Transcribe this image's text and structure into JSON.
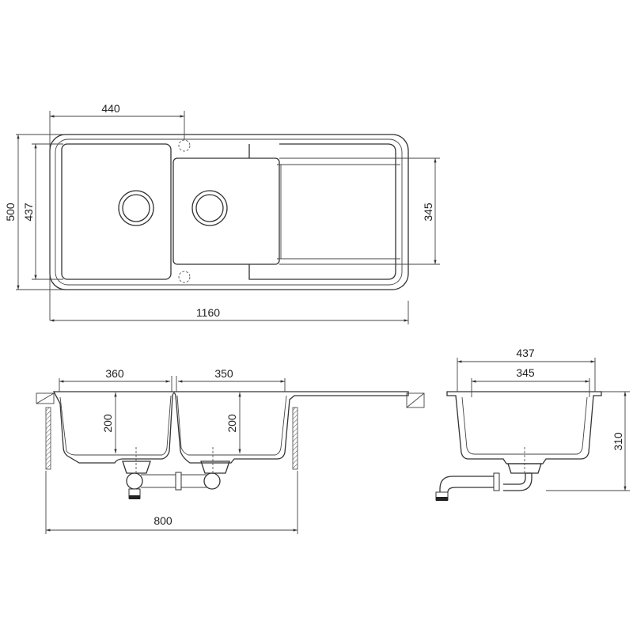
{
  "top_view": {
    "dim_faucet_offset": "440",
    "dim_total_depth": "500",
    "dim_bowl_depth": "437",
    "dim_small_bowl_depth": "345",
    "dim_total_width": "1160"
  },
  "front_view": {
    "dim_main_bowl_width": "360",
    "dim_second_bowl_width": "350",
    "dim_main_bowl_height": "200",
    "dim_second_bowl_height": "200",
    "dim_cabinet_width": "800"
  },
  "side_view": {
    "dim_outer_depth": "437",
    "dim_inner_depth": "345",
    "dim_total_height": "310"
  },
  "colors": {
    "line": "#333333",
    "background": "#ffffff"
  }
}
